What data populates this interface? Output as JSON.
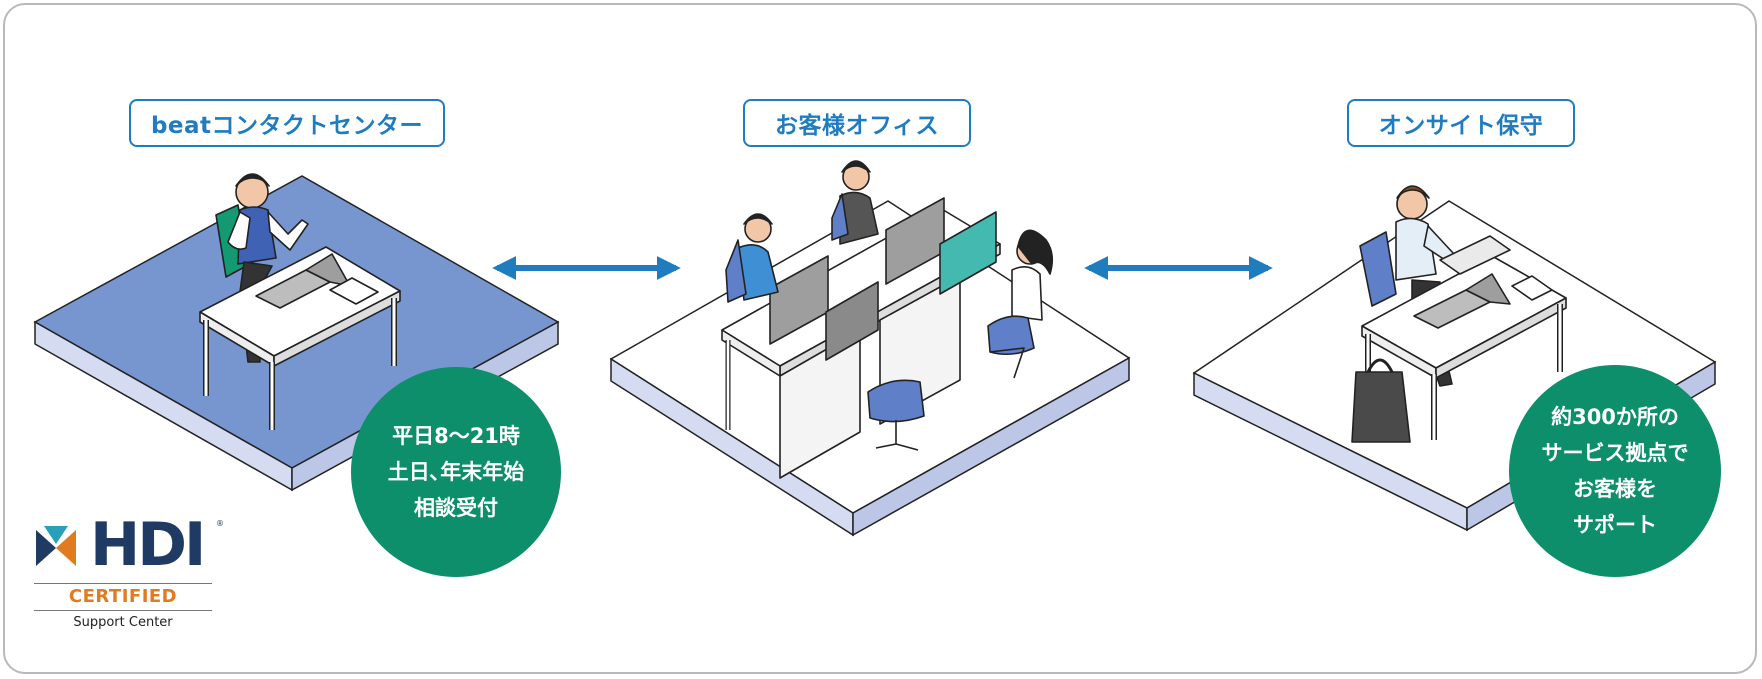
{
  "sections": {
    "contact_center": {
      "title": "beatコンタクトセンター",
      "bubble_lines": [
        "平日8～21時",
        "土日､年末年始",
        "相談受付"
      ]
    },
    "customer_office": {
      "title": "お客様オフィス"
    },
    "onsite": {
      "title": "オンサイト保守",
      "bubble_lines": [
        "約300か所の",
        "サービス拠点で",
        "お客様を",
        "サポート"
      ]
    }
  },
  "logo": {
    "word": "HDI",
    "registered": "®",
    "certified": "CERTIFIED",
    "subtitle": "Support Center"
  },
  "colors": {
    "accent_blue": "#1e7cbf",
    "bubble_green": "#0d8f6b",
    "floor_blue": "#7796d0",
    "platform_side": "#d5dcf2",
    "chair_blue": "#5f7fc9",
    "hdi_navy": "#1f3a63",
    "hdi_orange": "#e07b1f"
  }
}
